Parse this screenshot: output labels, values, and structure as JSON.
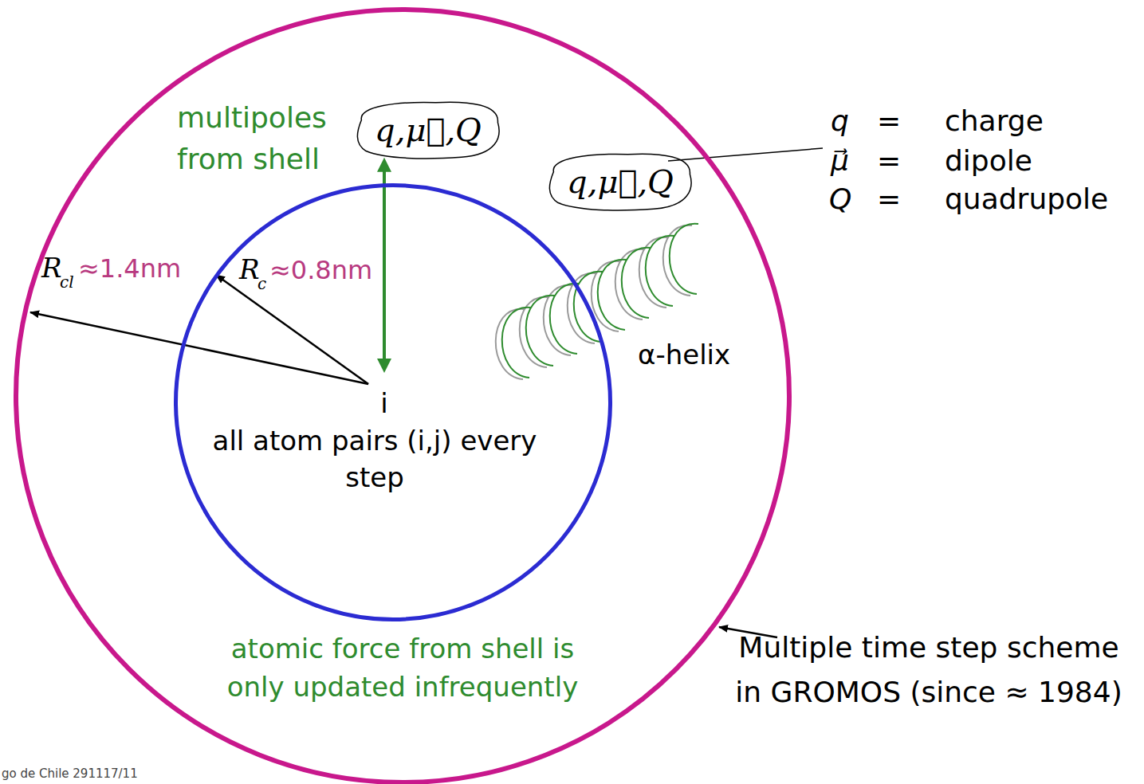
{
  "diagram": {
    "nodes": [
      {
        "text": [
          "multipoles from shell",
          "atomic force from shell is only updated infrequently"
        ]
      },
      {
        "text": [
          "i",
          "all atom pairs (i,j) every step"
        ],
        "in": 0
      },
      {
        "text": [
          "q,μ⃗,Q"
        ],
        "in": 0
      },
      {
        "text": [
          "q,μ⃗,Q"
        ],
        "in": 0
      }
    ],
    "edges": [
      {
        "from": 1,
        "to": 2,
        "arrow": "both"
      }
    ],
    "labels": [
      "R",
      "cl",
      "≈1.4nm",
      "R",
      "c",
      "≈0.8nm",
      "α-helix",
      "q",
      "=",
      "charge",
      "μ⃗",
      "=",
      "dipole",
      "Q",
      "=",
      "quadrupole",
      "Multiple time step scheme in GROMOS (since ≈ 1984)",
      "go de Chile 291117/11"
    ]
  }
}
